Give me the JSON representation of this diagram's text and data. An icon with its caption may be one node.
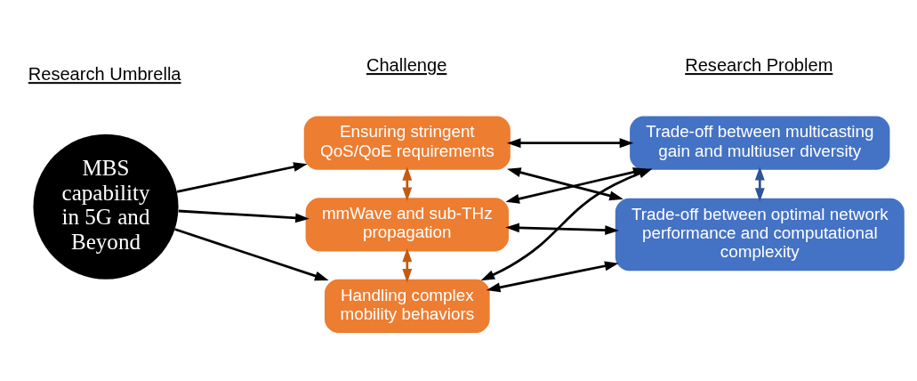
{
  "diagram": {
    "nodes": [
      {
        "text": [
          "MBS capability in 5G and Beyond"
        ]
      },
      {
        "text": [
          "Ensuring stringent QoS/QoE requirements"
        ]
      },
      {
        "text": [
          "mmWave and sub-THz propagation"
        ]
      },
      {
        "text": [
          "Handling complex mobility behaviors"
        ]
      },
      {
        "text": [
          "Trade-off between multicasting gain and multiuser diversity"
        ]
      },
      {
        "text": [
          "Trade-off between optimal network performance and computational complexity"
        ]
      }
    ],
    "edges": [
      {
        "from": 0,
        "to": 1,
        "arrow": "to"
      },
      {
        "from": 0,
        "to": 2,
        "arrow": "to"
      },
      {
        "from": 0,
        "to": 3,
        "arrow": "to"
      },
      {
        "from": 1,
        "to": 2,
        "arrow": "both",
        "color": "#c55a11"
      },
      {
        "from": 2,
        "to": 3,
        "arrow": "both",
        "color": "#c55a11"
      },
      {
        "from": 1,
        "to": 4,
        "arrow": "both"
      },
      {
        "from": 1,
        "to": 5,
        "arrow": "both"
      },
      {
        "from": 2,
        "to": 4,
        "arrow": "both"
      },
      {
        "from": 2,
        "to": 5,
        "arrow": "both"
      },
      {
        "from": 3,
        "to": 4,
        "arrow": "both"
      },
      {
        "from": 3,
        "to": 5,
        "arrow": "both"
      },
      {
        "from": 4,
        "to": 5,
        "arrow": "both",
        "color": "#2f5597"
      }
    ],
    "labels": [
      "Research Umbrella",
      "Challenge",
      "Research Problem"
    ]
  }
}
